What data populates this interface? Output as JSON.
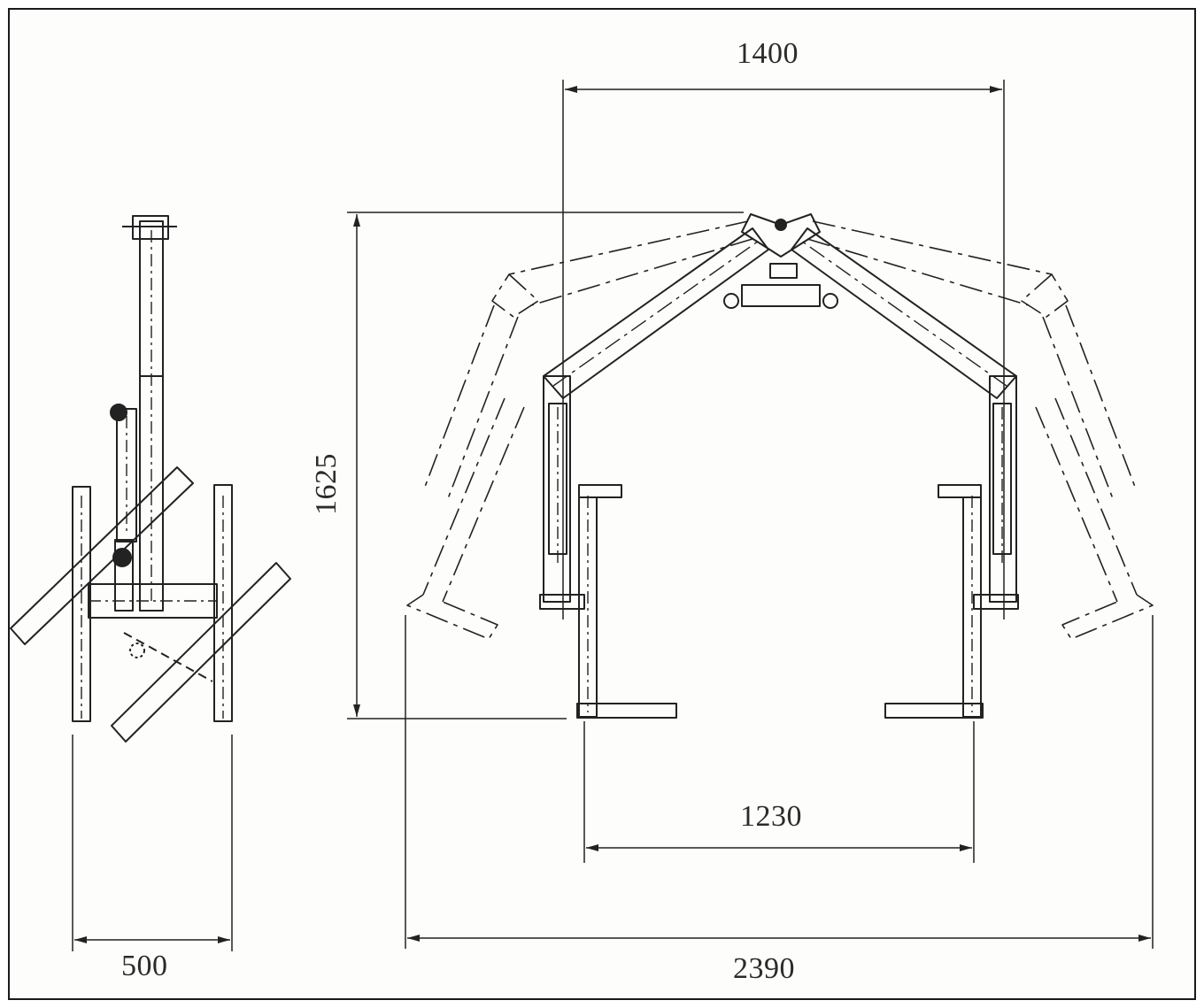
{
  "diagram": {
    "dimensions": {
      "side_width": "500",
      "top_span": "1400",
      "height": "1625",
      "inner_span": "1230",
      "total_span": "2390"
    }
  }
}
